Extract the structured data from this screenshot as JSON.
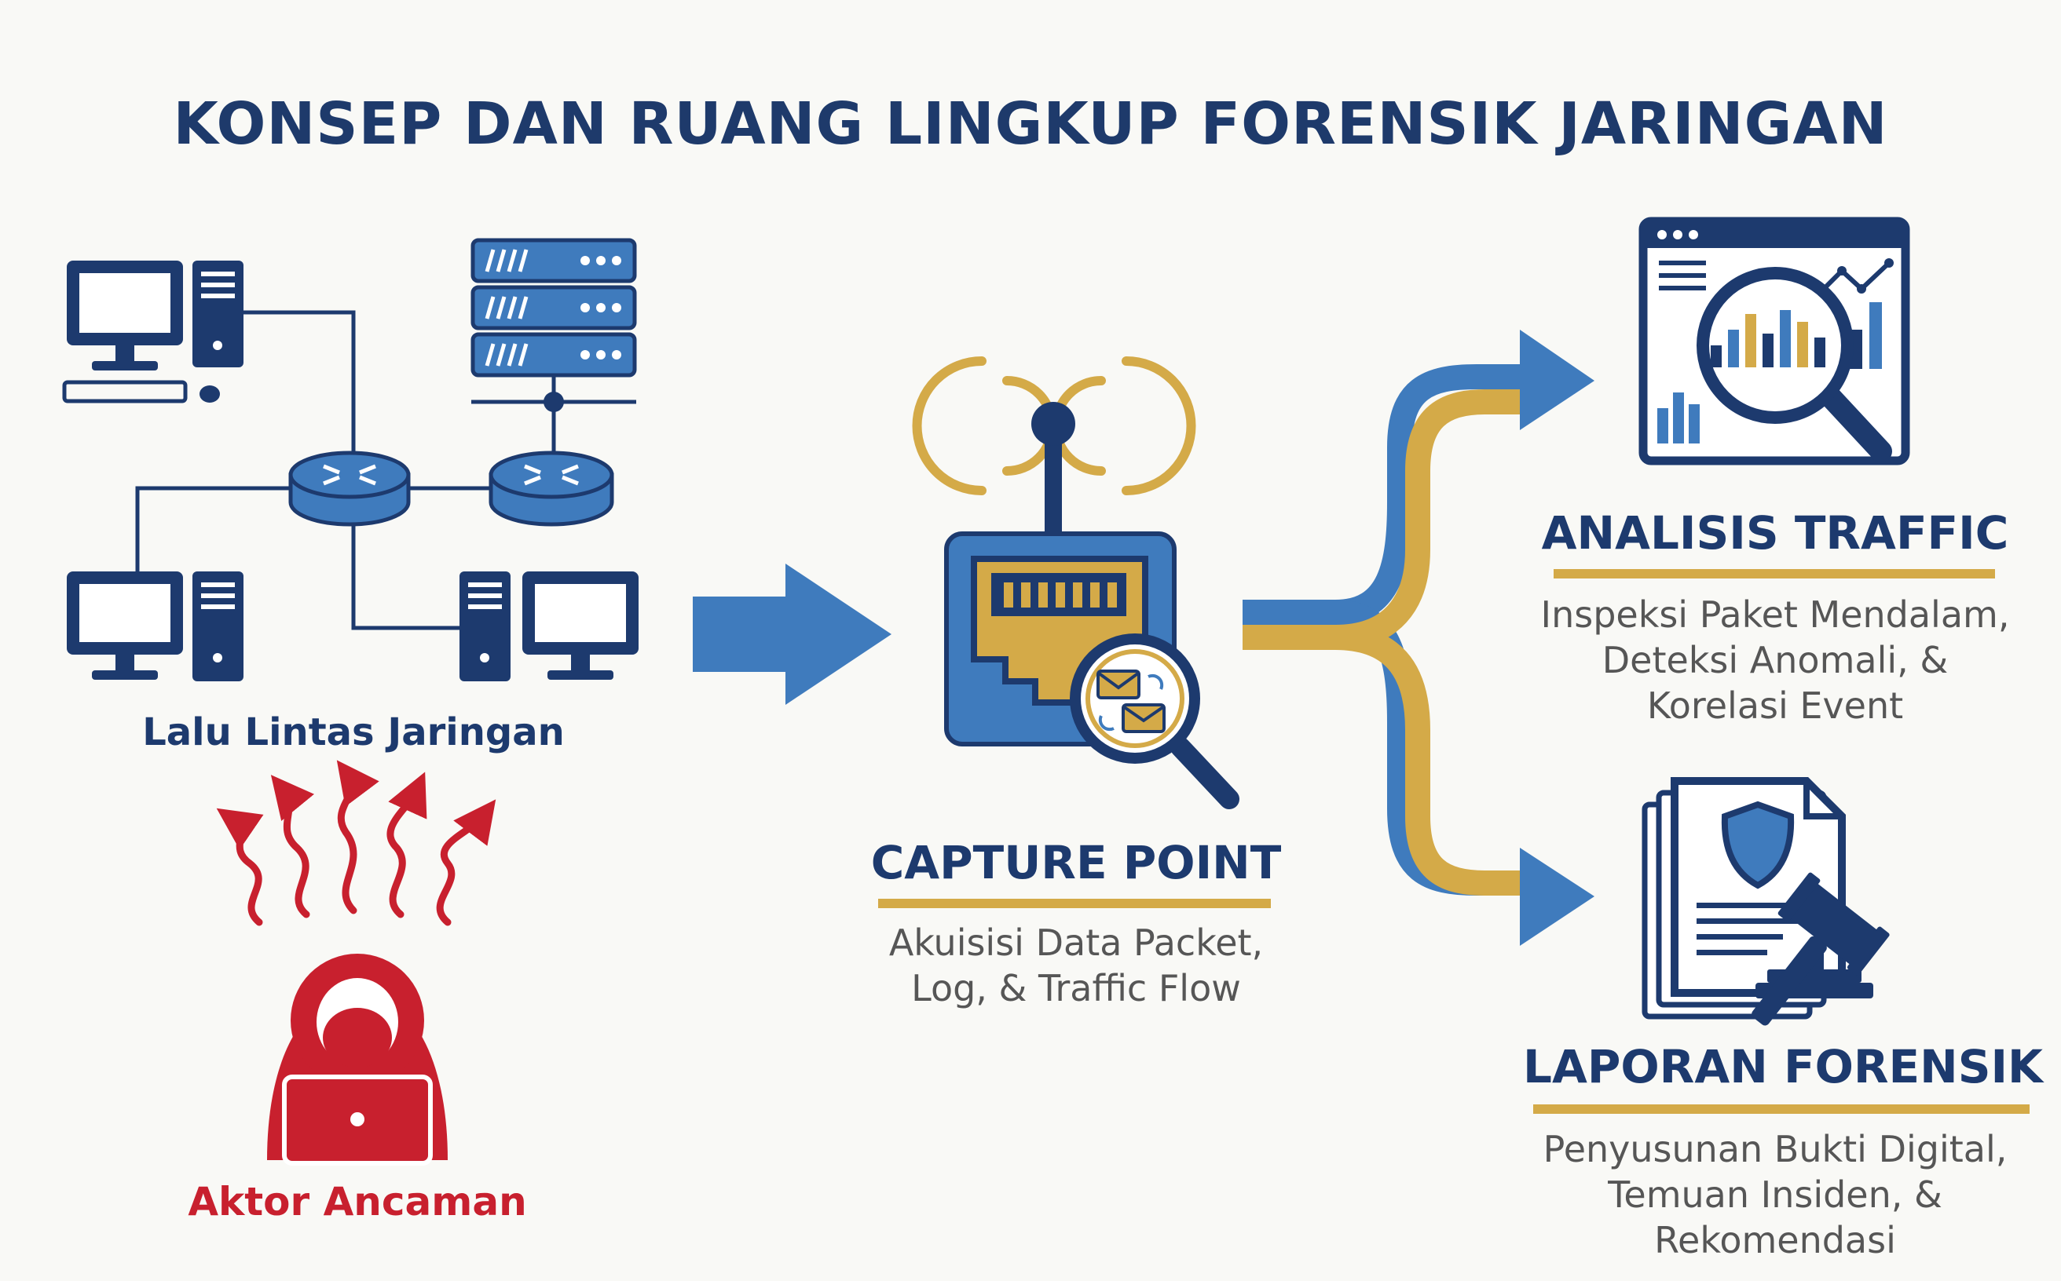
{
  "title": "KONSEP DAN RUANG LINGKUP FORENSIK JARINGAN",
  "network": {
    "label": "Lalu Lintas Jaringan"
  },
  "threat": {
    "label": "Aktor Ancaman"
  },
  "capture": {
    "title": "CAPTURE POINT",
    "desc": [
      "Akuisisi Data Packet,",
      "Log, & Traffic Flow"
    ]
  },
  "analysis": {
    "title": "ANALISIS TRAFFIC",
    "desc": [
      "Inspeksi Paket Mendalam,",
      "Deteksi Anomali, &",
      "Korelasi Event"
    ]
  },
  "report": {
    "title": "LAPORAN FORENSIK",
    "desc": [
      "Penyusunan Bukti Digital,",
      "Temuan Insiden, &",
      "Rekomendasi"
    ]
  },
  "colors": {
    "navy": "#1d3a6e",
    "blue": "#3f7bbd",
    "gold": "#d4aa48",
    "red": "#c8202e",
    "text_gray": "#565656",
    "background": "#f9f9f6"
  }
}
